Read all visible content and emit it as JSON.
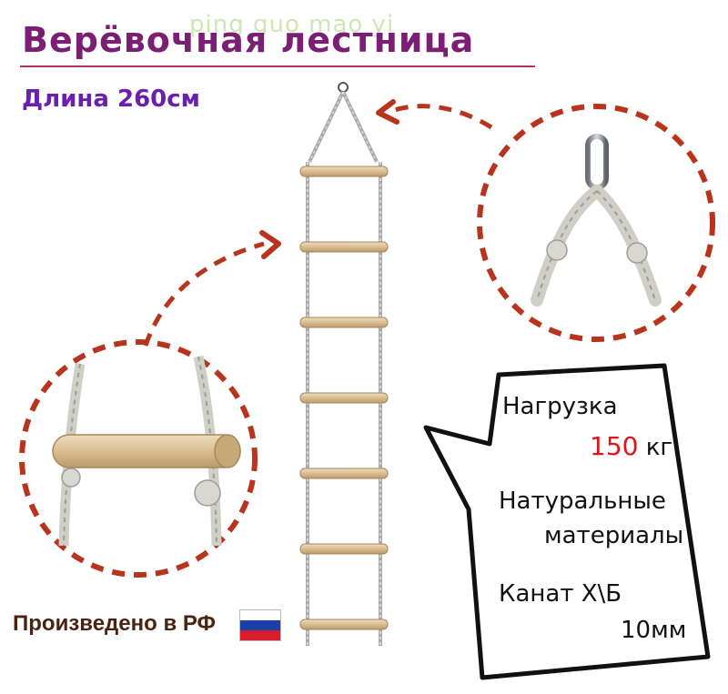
{
  "title": "Верёвочная лестница",
  "watermark": "ping guo mao yi",
  "length_label": "Длина 260см",
  "made_in": "Произведено в РФ",
  "flag_colors": [
    "#ffffff",
    "#1c3fa8",
    "#d81e2c"
  ],
  "specs": {
    "load_label": "Нагрузка",
    "load_value": "150",
    "load_unit": "кг",
    "materials_line1": "Натуральные",
    "materials_line2": "материалы",
    "rope_line1": "Канат Х\\Б",
    "rope_line2": "10мм"
  },
  "colors": {
    "title": "#7a1f73",
    "length": "#6a1fb0",
    "accent_dashes": "#b8341c",
    "highlight": "#e0151b"
  }
}
